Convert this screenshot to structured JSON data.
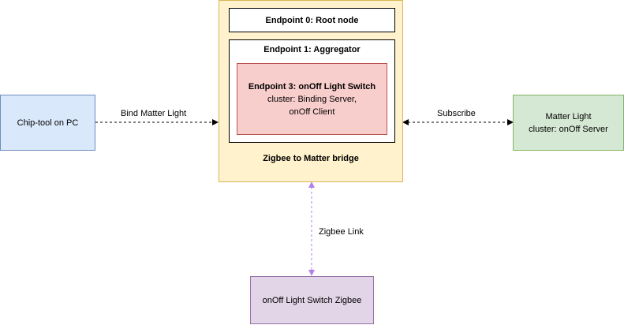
{
  "nodes": {
    "chip_tool": {
      "label": "Chip-tool on PC",
      "fill": "#dae8fc",
      "stroke": "#6c8ebf"
    },
    "bridge": {
      "label": "Zigbee to Matter bridge",
      "fill": "#fff2cc",
      "stroke": "#d6b656"
    },
    "endpoint0": {
      "label": "Endpoint 0: Root node"
    },
    "endpoint1": {
      "label": "Endpoint 1: Aggregator"
    },
    "endpoint3": {
      "title": "Endpoint 3: onOff Light Switch",
      "line1": "cluster: Binding Server,",
      "line2": "onOff Client",
      "fill": "#f8cecc",
      "stroke": "#b85450"
    },
    "matter_light": {
      "line1": "Matter Light",
      "line2": "cluster: onOff Server",
      "fill": "#d5e8d4",
      "stroke": "#82b366"
    },
    "zigbee_switch": {
      "label": "onOff Light Switch Zigbee",
      "fill": "#e1d5e7",
      "stroke": "#9673a6"
    }
  },
  "edges": {
    "bind": {
      "label": "Bind Matter Light"
    },
    "subscribe": {
      "label": "Subscribe"
    },
    "zigbee_link": {
      "label": "Zigbee Link",
      "color": "#b380e6"
    }
  }
}
